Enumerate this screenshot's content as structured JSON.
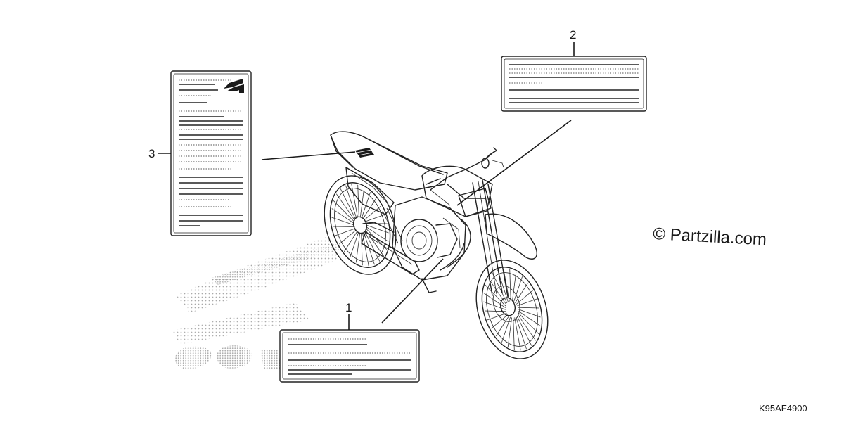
{
  "callouts": {
    "c1": "1",
    "c2": "2",
    "c3": "3"
  },
  "watermark": "© Partzilla.com",
  "diagram_code": "K95AF4900",
  "colors": {
    "ink": "#1a1a1a",
    "shadow": "#9a9a9a"
  },
  "icons": {
    "brand": "wing-logo-icon",
    "vehicle": "dirt-bike-illustration"
  }
}
